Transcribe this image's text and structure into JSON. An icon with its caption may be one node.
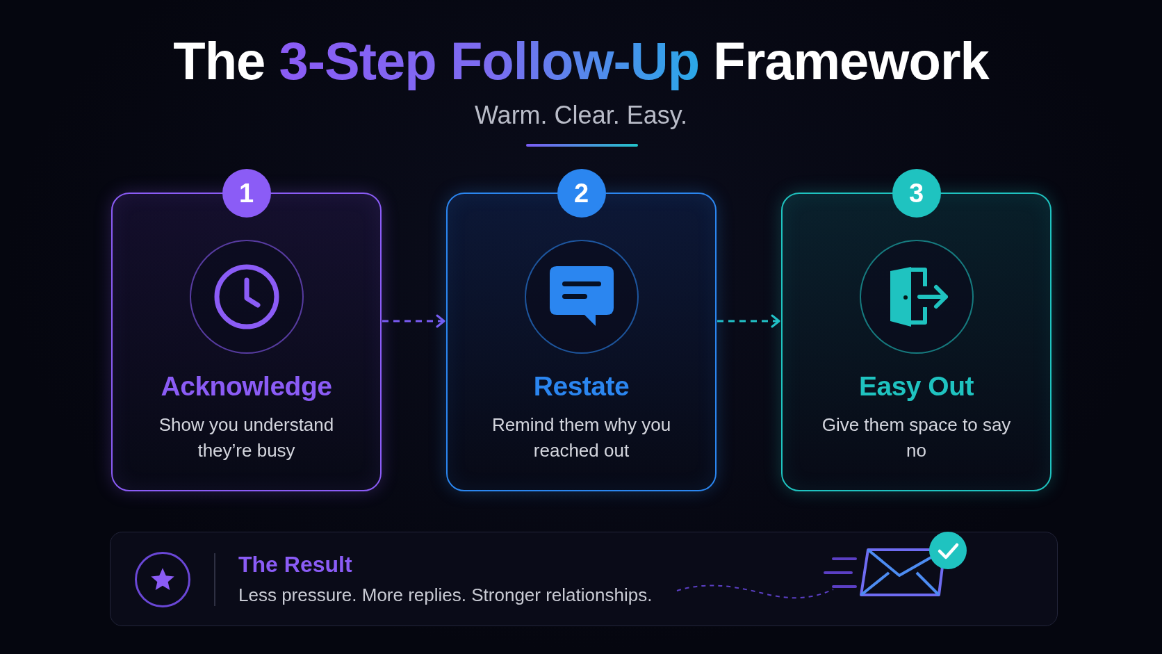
{
  "diagram": {
    "title": "The 3-Step Follow-Up Framework",
    "nodes": [
      {
        "text": [
          "1",
          "Acknowledge",
          "Show you understand they’re busy"
        ]
      },
      {
        "text": [
          "2",
          "Restate",
          "Remind them why you reached out"
        ]
      },
      {
        "text": [
          "3",
          "Easy Out",
          "Give them space to say no"
        ]
      },
      {
        "text": [
          "The Result",
          "Less pressure. More replies. Stronger relationships."
        ]
      }
    ],
    "edges": [
      {
        "from": 0,
        "to": 1,
        "arrow": "to",
        "style": "dashed",
        "color": "#7b5cf5"
      },
      {
        "from": 1,
        "to": 2,
        "arrow": "to",
        "style": "dashed",
        "color": "#22c3c9"
      }
    ],
    "labels": [
      "Warm. Clear. Easy."
    ]
  }
}
